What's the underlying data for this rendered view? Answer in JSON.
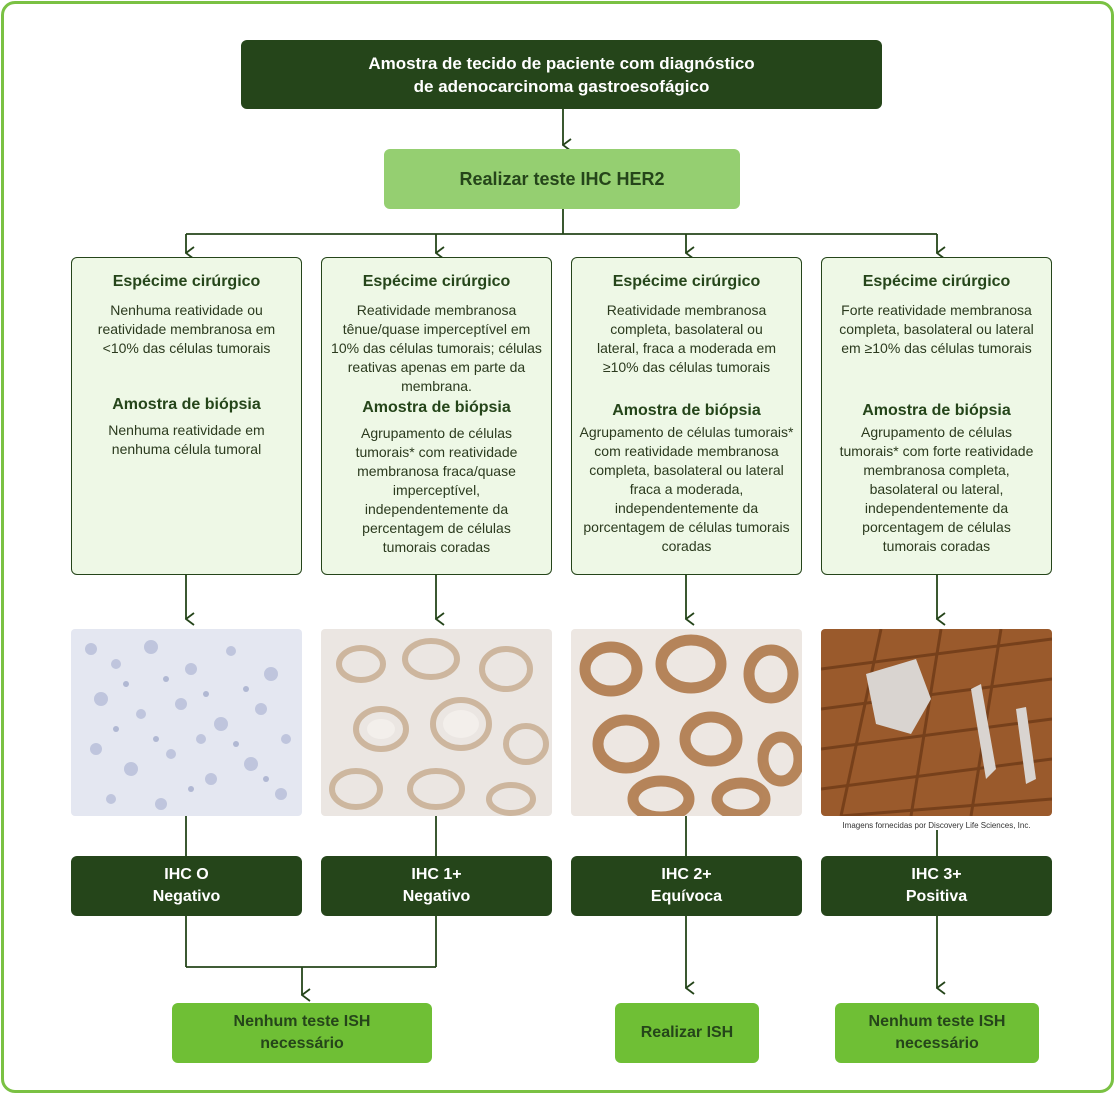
{
  "top_box": {
    "line1": "Amostra de tecido de paciente com diagnóstico",
    "line2": "de adenocarcinoma gastroesofágico"
  },
  "ihc_test": {
    "label": "Realizar teste IHC HER2"
  },
  "columns": [
    {
      "surgical_heading": "Espécime cirúrgico",
      "surgical_text": "Nenhuma reatividade ou reatividade membranosa em <10% das células tumorais",
      "biopsy_heading": "Amostra de biópsia",
      "biopsy_text": "Nenhuma reatividade em nenhuma célula tumoral",
      "score": "IHC O",
      "interpretation": "Negativo"
    },
    {
      "surgical_heading": "Espécime cirúrgico",
      "surgical_text": "Reatividade membranosa tênue/quase imperceptível em 10% das células tumorais; células reativas apenas em parte da membrana.",
      "biopsy_heading": "Amostra de biópsia",
      "biopsy_text": "Agrupamento de células tumorais* com reatividade membranosa fraca/quase imperceptível, independentemente da percentagem de células tumorais coradas",
      "score": "IHC 1+",
      "interpretation": "Negativo"
    },
    {
      "surgical_heading": "Espécime cirúrgico",
      "surgical_text": "Reatividade membranosa completa, basolateral ou lateral, fraca a moderada em ≥10% das células tumorais",
      "biopsy_heading": "Amostra de biópsia",
      "biopsy_text": "Agrupamento de células tumorais* com reatividade membranosa completa, basolateral ou lateral fraca a moderada, independentemente da porcentagem de células tumorais coradas",
      "score": "IHC 2+",
      "interpretation": "Equívoca"
    },
    {
      "surgical_heading": "Espécime cirúrgico",
      "surgical_text": "Forte reatividade membranosa completa, basolateral ou lateral em ≥10% das células tumorais",
      "biopsy_heading": "Amostra de biópsia",
      "biopsy_text": "Agrupamento de células tumorais* com forte reatividade membranosa completa, basolateral ou lateral, independentemente da porcentagem de células tumorais coradas",
      "score": "IHC 3+",
      "interpretation": "Positiva"
    }
  ],
  "image_credit": "Imagens fornecidas por Discovery Life Sciences, Inc.",
  "results": [
    {
      "line1": "Nenhum teste ISH",
      "line2": "necessário"
    },
    {
      "line1": "Realizar ISH"
    },
    {
      "line1": "Nenhum teste ISH",
      "line2": "necessário"
    }
  ],
  "colors": {
    "dark_green": "#25451a",
    "light_green": "#95cf71",
    "result_green": "#6fbf35",
    "criteria_fill": "#eef8e6",
    "frame": "#7ac143"
  }
}
